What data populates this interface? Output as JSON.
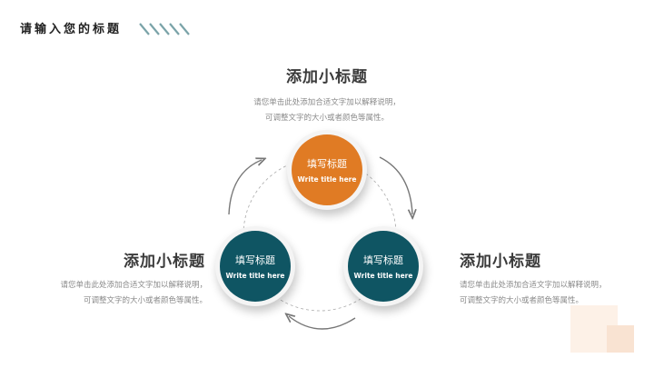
{
  "header": {
    "title": "请输入您的标题",
    "stripe_color": "#7aa3a8"
  },
  "sections": {
    "top": {
      "heading": "添加小标题",
      "line1": "请您单击此处添加合适文字加以解释说明，",
      "line2": "可调整文字的大小或者颜色等属性。"
    },
    "left": {
      "heading": "添加小标题",
      "line1": "请您单击此处添加合适文字加以解释说明，",
      "line2": "可调整文字的大小或者颜色等属性。"
    },
    "right": {
      "heading": "添加小标题",
      "line1": "请您单击此处添加合适文字加以解释说明，",
      "line2": "可调整文字的大小或者颜色等属性。"
    }
  },
  "nodes": [
    {
      "title_zh": "填写标题",
      "title_en": "Write title here",
      "color": "#e07b24"
    },
    {
      "title_zh": "填写标题",
      "title_en": "Write title here",
      "color": "#0f5563"
    },
    {
      "title_zh": "填写标题",
      "title_en": "Write title here",
      "color": "#0f5563"
    }
  ],
  "colors": {
    "accent_orange": "#e07b24",
    "accent_teal": "#0f5563",
    "deco_light": "#fdf1e7",
    "deco_mid": "#f9e3d2"
  }
}
